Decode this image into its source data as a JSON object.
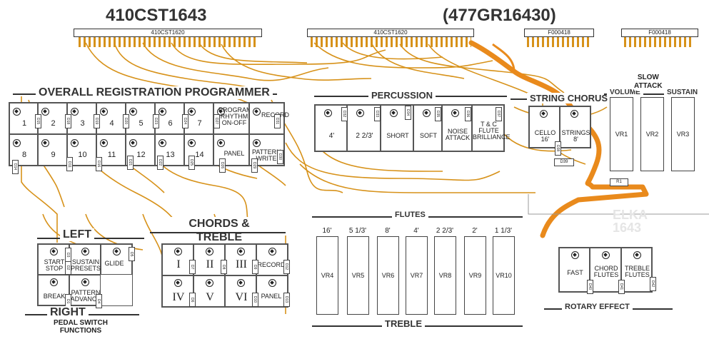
{
  "titles": {
    "board_main": "410CST1643",
    "board_alt": "(477GR16430)"
  },
  "connectors": {
    "c1": "410CST1620",
    "c2": "410CST1620",
    "c3": "F000418",
    "c4": "F000418"
  },
  "sections": {
    "overall": "OVERALL REGISTRATION PROGRAMMER",
    "percussion": "PERCUSSION",
    "string_chorus": "STRING CHORUS",
    "volume": "VOLUME",
    "slow_attack": "SLOW\nATTACK",
    "sustain": "SUSTAIN",
    "left": "LEFT",
    "right": "RIGHT",
    "pedal": "PEDAL SWITCH\nFUNCTIONS",
    "chords": "CHORDS & TREBLE\nFLUTES PROGRAMS",
    "flutes": "FLUTES",
    "treble": "TREBLE",
    "rotary": "ROTARY EFFECT"
  },
  "overall_top": [
    "1",
    "2",
    "3",
    "4",
    "5",
    "6",
    "7",
    "PROGRAM\nRHYTHM\nON-OFF",
    "RECORD"
  ],
  "overall_bottom": [
    "8",
    "9",
    "10",
    "11",
    "12",
    "13",
    "14",
    "PANEL",
    "PATTERN\nWRITE"
  ],
  "overall_top_diodes": [
    "D15",
    "D18",
    "D19",
    "D20",
    "D23",
    "D24",
    "D27",
    "D31"
  ],
  "overall_bottom_diodes": [
    "D14",
    "D11",
    "D16",
    "D21",
    "D22",
    "D25",
    "D26",
    "D29",
    "D30"
  ],
  "percussion_buttons": [
    "4'",
    "2 2/3'",
    "SHORT",
    "SOFT",
    "NOISE\nATTACK",
    "T & C\nFLUTE\nBRILLIANCE"
  ],
  "percussion_diodes": [
    "D32",
    "D33",
    "D34",
    "D35",
    "D36",
    "D37"
  ],
  "string_buttons": [
    "CELLO\n16'",
    "STRINGS\n8'"
  ],
  "string_diodes": [
    "D38",
    "D39"
  ],
  "vr_top": [
    "VR1",
    "VR2",
    "VR3"
  ],
  "resistor": "R1",
  "left_top": [
    "START\nSTOP",
    "SUSTAIN\nPRESETS",
    "GLIDE"
  ],
  "left_bottom": [
    "BREAK",
    "PATTERN\nADVANCE"
  ],
  "left_diodes": [
    "D2",
    "D3",
    "D5",
    "D1",
    "D4"
  ],
  "chords_top": [
    "I",
    "II",
    "III",
    "RECORD"
  ],
  "chords_bottom": [
    "IV",
    "V",
    "VI",
    "PANEL"
  ],
  "chords_diodes": [
    "D7",
    "D8",
    "D9",
    "D12",
    "D6",
    "D10",
    "D13"
  ],
  "flute_footages": [
    "16'",
    "5 1/3'",
    "8'",
    "4'",
    "2 2/3'",
    "2'",
    "1 1/3'"
  ],
  "flute_vrs": [
    "VR4",
    "VR5",
    "VR6",
    "VR7",
    "VR8",
    "VR9",
    "VR10"
  ],
  "rotary_buttons": [
    "FAST",
    "CHORD\nFLUTES",
    "TREBLE\nFLUTES"
  ],
  "rotary_diodes": [
    "D40",
    "D41",
    "D42"
  ],
  "watermark": "ELKA\n1643",
  "colors": {
    "trace": "#d7921a",
    "thick_trace": "#e98a1c",
    "ink": "#333333"
  }
}
